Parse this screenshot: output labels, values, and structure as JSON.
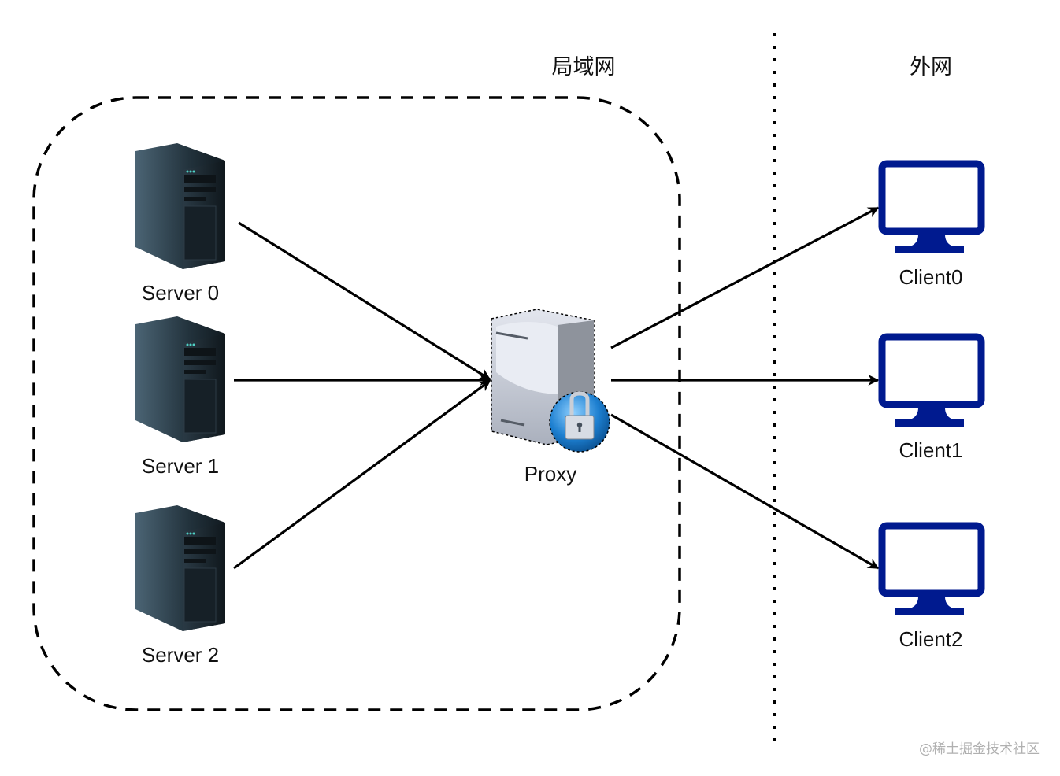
{
  "zones": {
    "lan_label": "局域网",
    "wan_label": "外网"
  },
  "servers": [
    {
      "id": "server0",
      "label": "Server 0"
    },
    {
      "id": "server1",
      "label": "Server 1"
    },
    {
      "id": "server2",
      "label": "Server 2"
    }
  ],
  "proxy": {
    "label": "Proxy"
  },
  "clients": [
    {
      "id": "client0",
      "label": "Client0"
    },
    {
      "id": "client1",
      "label": "Client1"
    },
    {
      "id": "client2",
      "label": "Client2"
    }
  ],
  "edges": [
    {
      "from": "server0",
      "to": "proxy"
    },
    {
      "from": "server1",
      "to": "proxy"
    },
    {
      "from": "server2",
      "to": "proxy"
    },
    {
      "from": "proxy",
      "to": "client0"
    },
    {
      "from": "proxy",
      "to": "client1"
    },
    {
      "from": "proxy",
      "to": "client2"
    }
  ],
  "colors": {
    "client_monitor": "#001a8f",
    "server_body": "#1e2a33",
    "proxy_body": "#b8bcc6",
    "lock_globe": "#1d7fd0"
  },
  "watermark": "@稀土掘金技术社区"
}
